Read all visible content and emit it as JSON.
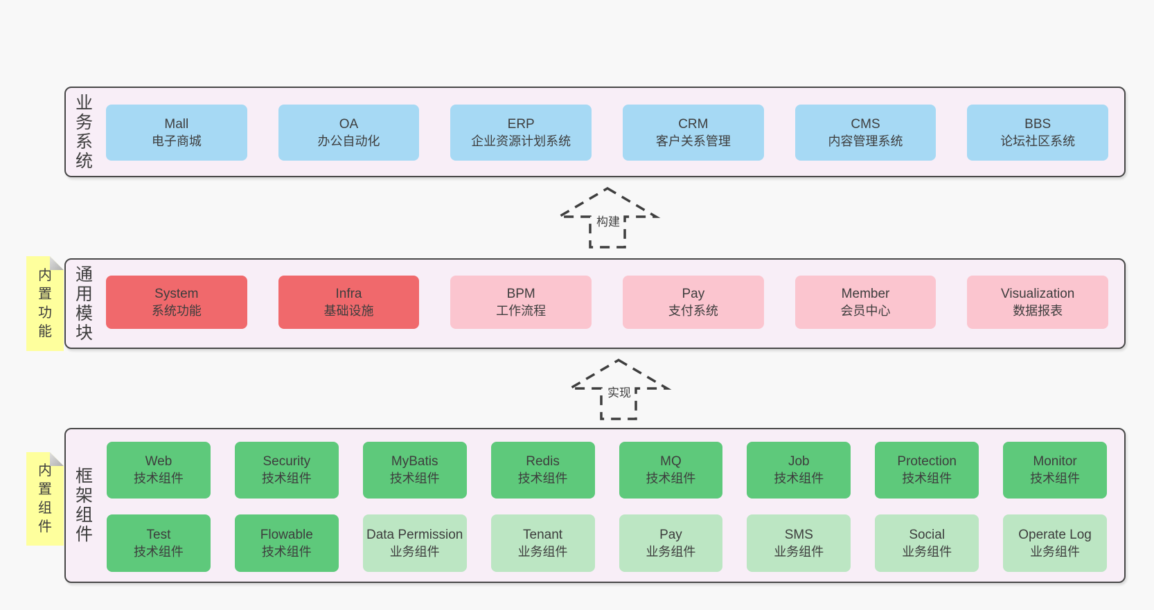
{
  "palette": {
    "pageBg": "#f8f8f8",
    "bandBg": "#f8eef7",
    "blue": "#a6d9f4",
    "red": "#f0696c",
    "pink": "#fbc5cf",
    "green": "#5ec97b",
    "lightGreen": "#bce6c3",
    "noteYellow": "#feff9d"
  },
  "arrows": [
    {
      "label": "构建"
    },
    {
      "label": "实现"
    }
  ],
  "layers": {
    "business": {
      "label": "业务系统",
      "boxes": [
        {
          "title": "Mall",
          "subtitle": "电子商城",
          "fill": "blue"
        },
        {
          "title": "OA",
          "subtitle": "办公自动化",
          "fill": "blue"
        },
        {
          "title": "ERP",
          "subtitle": "企业资源计划系统",
          "fill": "blue"
        },
        {
          "title": "CRM",
          "subtitle": "客户关系管理",
          "fill": "blue"
        },
        {
          "title": "CMS",
          "subtitle": "内容管理系统",
          "fill": "blue"
        },
        {
          "title": "BBS",
          "subtitle": "论坛社区系统",
          "fill": "blue"
        }
      ]
    },
    "modules": {
      "label": "通用模块",
      "note": "内置功能",
      "boxes": [
        {
          "title": "System",
          "subtitle": "系统功能",
          "fill": "red"
        },
        {
          "title": "Infra",
          "subtitle": "基础设施",
          "fill": "red"
        },
        {
          "title": "BPM",
          "subtitle": "工作流程",
          "fill": "pink"
        },
        {
          "title": "Pay",
          "subtitle": "支付系统",
          "fill": "pink"
        },
        {
          "title": "Member",
          "subtitle": "会员中心",
          "fill": "pink"
        },
        {
          "title": "Visualization",
          "subtitle": "数据报表",
          "fill": "pink"
        }
      ]
    },
    "components": {
      "label": "框架组件",
      "note": "内置组件",
      "rows": [
        [
          {
            "title": "Web",
            "subtitle": "技术组件",
            "fill": "green"
          },
          {
            "title": "Security",
            "subtitle": "技术组件",
            "fill": "green"
          },
          {
            "title": "MyBatis",
            "subtitle": "技术组件",
            "fill": "green"
          },
          {
            "title": "Redis",
            "subtitle": "技术组件",
            "fill": "green"
          },
          {
            "title": "MQ",
            "subtitle": "技术组件",
            "fill": "green"
          },
          {
            "title": "Job",
            "subtitle": "技术组件",
            "fill": "green"
          },
          {
            "title": "Protection",
            "subtitle": "技术组件",
            "fill": "green"
          },
          {
            "title": "Monitor",
            "subtitle": "技术组件",
            "fill": "green"
          }
        ],
        [
          {
            "title": "Test",
            "subtitle": "技术组件",
            "fill": "green"
          },
          {
            "title": "Flowable",
            "subtitle": "技术组件",
            "fill": "green"
          },
          {
            "title": "Data Permission",
            "subtitle": "业务组件",
            "fill": "lightGreen"
          },
          {
            "title": "Tenant",
            "subtitle": "业务组件",
            "fill": "lightGreen"
          },
          {
            "title": "Pay",
            "subtitle": "业务组件",
            "fill": "lightGreen"
          },
          {
            "title": "SMS",
            "subtitle": "业务组件",
            "fill": "lightGreen"
          },
          {
            "title": "Social",
            "subtitle": "业务组件",
            "fill": "lightGreen"
          },
          {
            "title": "Operate Log",
            "subtitle": "业务组件",
            "fill": "lightGreen"
          }
        ]
      ]
    }
  }
}
